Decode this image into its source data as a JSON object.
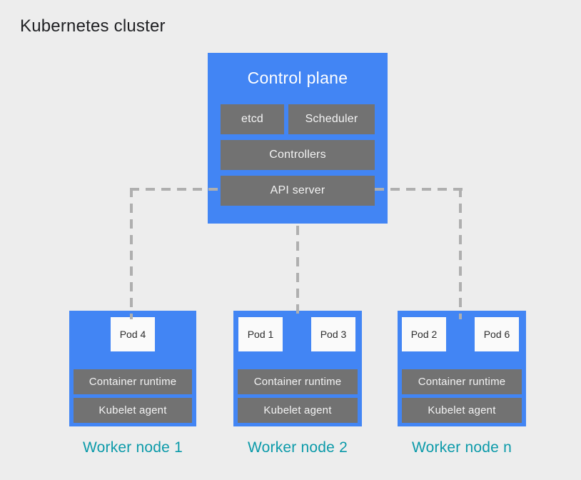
{
  "title": "Kubernetes cluster",
  "colors": {
    "background": "#EDEDED",
    "blue": "#4285F4",
    "gray": "#727272",
    "teal": "#0B9AA9",
    "dash": "#AFAFAF",
    "pod_bg": "#FAFAFA",
    "title_text": "#202124",
    "white_text": "#F4F4F4",
    "pod_text": "#2E2E2E"
  },
  "control_plane": {
    "title": "Control plane",
    "components": [
      "etcd",
      "Scheduler",
      "Controllers",
      "API server"
    ]
  },
  "worker_nodes": [
    {
      "label": "Worker node 1",
      "pods": [
        "Pod 4"
      ],
      "components": [
        "Container runtime",
        "Kubelet agent"
      ]
    },
    {
      "label": "Worker node 2",
      "pods": [
        "Pod 1",
        "Pod 3"
      ],
      "components": [
        "Container runtime",
        "Kubelet agent"
      ]
    },
    {
      "label": "Worker node n",
      "pods": [
        "Pod 2",
        "Pod 6"
      ],
      "components": [
        "Container runtime",
        "Kubelet agent"
      ]
    }
  ]
}
